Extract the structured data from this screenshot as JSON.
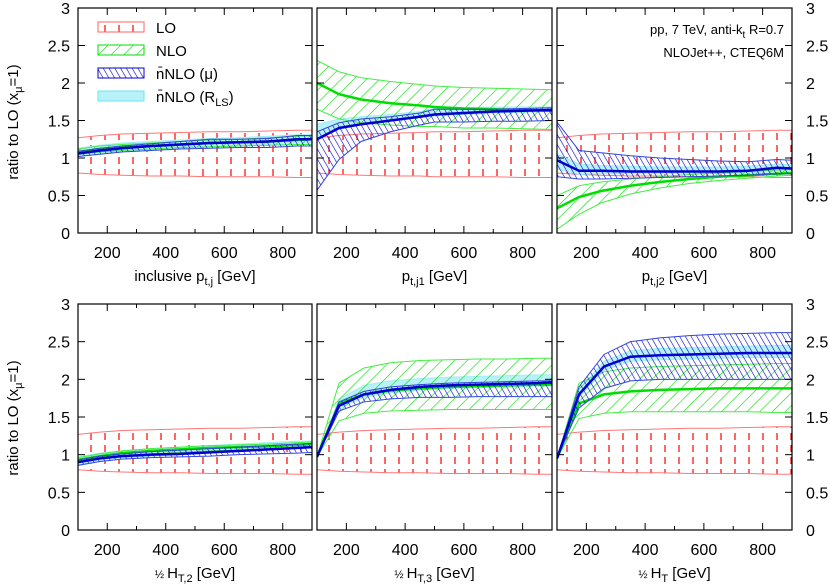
{
  "figure": {
    "ylabel": "ratio to LO (x",
    "ylabel_sub": "μ",
    "ylabel_tail": "=1)",
    "annotation_line1": "pp, 7 TeV, anti-k",
    "annotation_line1_sub": "t",
    "annotation_line1_tail": " R=0.7",
    "annotation_line2": "NLOJet++, CTEQ6M",
    "colors": {
      "LO": "#ff0000",
      "NLO": "#00dd00",
      "nNLO_mu": "#0000cc",
      "nNLO_RLS": "#66e6f0"
    },
    "legend": [
      {
        "key": "LO",
        "label": "LO",
        "sub": ""
      },
      {
        "key": "NLO",
        "label": "NLO",
        "sub": ""
      },
      {
        "key": "nNLO_mu",
        "label": "n̄NLO (μ)",
        "sub": ""
      },
      {
        "key": "nNLO_RLS",
        "label": "n̄NLO (R",
        "sub": "LS",
        "tail": ")"
      }
    ]
  },
  "chart_data": [
    {
      "type": "area",
      "panel": "top-left",
      "xlabel": "inclusive p_{t,j} [GeV]",
      "xlabel_main": "inclusive p",
      "xlabel_sub": "t,j",
      "xlabel_tail": " [GeV]",
      "ylabel": "ratio to LO (x_μ=1)",
      "xlim": [
        100,
        900
      ],
      "ylim": [
        0,
        3
      ],
      "xticks": [
        200,
        400,
        600,
        800
      ],
      "yticks": [
        0,
        0.5,
        1,
        1.5,
        2,
        2.5,
        3
      ],
      "x": [
        100,
        175,
        250,
        350,
        450,
        550,
        650,
        750,
        850,
        900
      ],
      "series": [
        {
          "name": "LO",
          "central": [
            1,
            1,
            1,
            1,
            1,
            1,
            1,
            1,
            1,
            1
          ],
          "lo": [
            0.8,
            0.78,
            0.77,
            0.76,
            0.76,
            0.75,
            0.75,
            0.75,
            0.74,
            0.74
          ],
          "hi": [
            1.27,
            1.3,
            1.32,
            1.33,
            1.34,
            1.35,
            1.35,
            1.36,
            1.37,
            1.37
          ]
        },
        {
          "name": "NLO",
          "central": [
            1.08,
            1.12,
            1.14,
            1.16,
            1.18,
            1.2,
            1.21,
            1.22,
            1.24,
            1.25
          ],
          "lo": [
            1.05,
            1.08,
            1.1,
            1.12,
            1.14,
            1.15,
            1.16,
            1.17,
            1.18,
            1.18
          ],
          "hi": [
            1.12,
            1.16,
            1.18,
            1.2,
            1.22,
            1.24,
            1.25,
            1.27,
            1.29,
            1.3
          ]
        },
        {
          "name": "nNLO (mu)",
          "central": [
            1.06,
            1.1,
            1.13,
            1.16,
            1.18,
            1.2,
            1.21,
            1.22,
            1.25,
            1.25
          ],
          "lo": [
            1.02,
            1.05,
            1.08,
            1.1,
            1.12,
            1.13,
            1.14,
            1.14,
            1.16,
            1.16
          ],
          "hi": [
            1.09,
            1.13,
            1.16,
            1.19,
            1.22,
            1.25,
            1.25,
            1.26,
            1.3,
            1.3
          ]
        },
        {
          "name": "nNLO (R_LS)",
          "lo": [
            1.02,
            1.06,
            1.09,
            1.11,
            1.13,
            1.15,
            1.16,
            1.17,
            1.18,
            1.18
          ],
          "hi": [
            1.13,
            1.17,
            1.2,
            1.22,
            1.24,
            1.26,
            1.27,
            1.29,
            1.31,
            1.31
          ]
        }
      ]
    },
    {
      "type": "area",
      "panel": "top-middle",
      "xlabel": "p_{t,j1} [GeV]",
      "xlabel_main": "p",
      "xlabel_sub": "t,j1",
      "xlabel_tail": " [GeV]",
      "xlim": [
        100,
        900
      ],
      "ylim": [
        0,
        3
      ],
      "xticks": [
        200,
        400,
        600,
        800
      ],
      "yticks": [
        0,
        0.5,
        1,
        1.5,
        2,
        2.5,
        3
      ],
      "x": [
        100,
        175,
        250,
        350,
        450,
        500,
        600,
        700,
        800,
        900
      ],
      "series": [
        {
          "name": "LO",
          "central": [
            1,
            1,
            1,
            1,
            1,
            1,
            1,
            1,
            1,
            1
          ],
          "lo": [
            0.8,
            0.78,
            0.77,
            0.76,
            0.76,
            0.75,
            0.75,
            0.75,
            0.74,
            0.74
          ],
          "hi": [
            1.27,
            1.3,
            1.32,
            1.33,
            1.34,
            1.35,
            1.35,
            1.36,
            1.37,
            1.37
          ]
        },
        {
          "name": "NLO",
          "central": [
            2.0,
            1.85,
            1.78,
            1.73,
            1.7,
            1.68,
            1.66,
            1.65,
            1.64,
            1.63
          ],
          "lo": [
            1.65,
            1.52,
            1.47,
            1.44,
            1.42,
            1.42,
            1.4,
            1.4,
            1.39,
            1.38
          ],
          "hi": [
            2.3,
            2.15,
            2.07,
            2.02,
            1.98,
            1.96,
            1.94,
            1.93,
            1.92,
            1.91
          ]
        },
        {
          "name": "nNLO (mu)",
          "central": [
            1.25,
            1.4,
            1.45,
            1.5,
            1.55,
            1.58,
            1.6,
            1.62,
            1.63,
            1.64
          ],
          "lo": [
            0.57,
            0.98,
            1.22,
            1.35,
            1.44,
            1.48,
            1.48,
            1.49,
            1.49,
            1.5
          ],
          "hi": [
            1.35,
            1.47,
            1.52,
            1.55,
            1.6,
            1.65,
            1.65,
            1.65,
            1.66,
            1.67
          ]
        },
        {
          "name": "nNLO (R_LS)",
          "lo": [
            1.25,
            1.38,
            1.44,
            1.49,
            1.54,
            1.56,
            1.58,
            1.6,
            1.61,
            1.62
          ],
          "hi": [
            1.45,
            1.52,
            1.55,
            1.58,
            1.62,
            1.66,
            1.67,
            1.68,
            1.68,
            1.68
          ]
        }
      ]
    },
    {
      "type": "area",
      "panel": "top-right",
      "xlabel": "p_{t,j2} [GeV]",
      "xlabel_main": "p",
      "xlabel_sub": "t,j2",
      "xlabel_tail": " [GeV]",
      "xlim": [
        100,
        900
      ],
      "ylim": [
        0,
        3
      ],
      "xticks": [
        200,
        400,
        600,
        800
      ],
      "yticks": [
        0,
        0.5,
        1,
        1.5,
        2,
        2.5,
        3
      ],
      "x": [
        100,
        175,
        250,
        350,
        450,
        550,
        650,
        750,
        850,
        900
      ],
      "series": [
        {
          "name": "LO",
          "central": [
            1,
            1,
            1,
            1,
            1,
            1,
            1,
            1,
            1,
            1
          ],
          "lo": [
            0.8,
            0.78,
            0.77,
            0.76,
            0.76,
            0.75,
            0.75,
            0.75,
            0.74,
            0.74
          ],
          "hi": [
            1.27,
            1.3,
            1.32,
            1.33,
            1.34,
            1.35,
            1.35,
            1.36,
            1.37,
            1.37
          ]
        },
        {
          "name": "NLO",
          "central": [
            0.33,
            0.48,
            0.56,
            0.63,
            0.68,
            0.72,
            0.75,
            0.77,
            0.79,
            0.8
          ],
          "lo": [
            0.05,
            0.25,
            0.4,
            0.52,
            0.6,
            0.66,
            0.7,
            0.73,
            0.76,
            0.77
          ],
          "hi": [
            0.5,
            0.63,
            0.68,
            0.72,
            0.75,
            0.78,
            0.8,
            0.82,
            0.84,
            0.85
          ]
        },
        {
          "name": "nNLO (mu)",
          "central": [
            0.97,
            0.83,
            0.83,
            0.82,
            0.82,
            0.82,
            0.82,
            0.83,
            0.87,
            0.86
          ],
          "lo": [
            0.75,
            0.72,
            0.72,
            0.73,
            0.74,
            0.75,
            0.76,
            0.77,
            0.79,
            0.79
          ],
          "hi": [
            1.48,
            1.1,
            1.07,
            1.03,
            1.0,
            0.98,
            0.96,
            0.95,
            0.98,
            0.97
          ]
        },
        {
          "name": "nNLO (R_LS)",
          "lo": [
            0.85,
            0.78,
            0.79,
            0.79,
            0.79,
            0.79,
            0.79,
            0.8,
            0.82,
            0.82
          ],
          "hi": [
            1.05,
            0.92,
            0.9,
            0.89,
            0.88,
            0.88,
            0.88,
            0.89,
            0.92,
            0.91
          ]
        }
      ]
    },
    {
      "type": "area",
      "panel": "bottom-left",
      "xlabel": "½ H_{T,2} [GeV]",
      "xlabel_main": "H",
      "xlabel_sub": "T,2",
      "xlabel_tail": " [GeV]",
      "ylabel": "ratio to LO (x_μ=1)",
      "xlim": [
        100,
        900
      ],
      "ylim": [
        0,
        3
      ],
      "xticks": [
        200,
        400,
        600,
        800
      ],
      "yticks": [
        0,
        0.5,
        1,
        1.5,
        2,
        2.5,
        3
      ],
      "x": [
        100,
        175,
        250,
        350,
        450,
        550,
        650,
        750,
        850,
        900
      ],
      "series": [
        {
          "name": "LO",
          "central": [
            1,
            1,
            1,
            1,
            1,
            1,
            1,
            1,
            1,
            1
          ],
          "lo": [
            0.8,
            0.78,
            0.77,
            0.76,
            0.76,
            0.75,
            0.75,
            0.75,
            0.74,
            0.74
          ],
          "hi": [
            1.27,
            1.3,
            1.32,
            1.33,
            1.34,
            1.35,
            1.35,
            1.36,
            1.37,
            1.37
          ]
        },
        {
          "name": "NLO",
          "central": [
            0.93,
            0.98,
            1.02,
            1.05,
            1.07,
            1.09,
            1.1,
            1.11,
            1.13,
            1.14
          ],
          "lo": [
            0.9,
            0.95,
            0.98,
            1.01,
            1.03,
            1.05,
            1.06,
            1.07,
            1.09,
            1.1
          ],
          "hi": [
            0.96,
            1.01,
            1.05,
            1.08,
            1.1,
            1.12,
            1.13,
            1.14,
            1.16,
            1.17
          ]
        },
        {
          "name": "nNLO (mu)",
          "central": [
            0.9,
            0.95,
            0.98,
            1.0,
            1.01,
            1.03,
            1.05,
            1.07,
            1.09,
            1.1
          ],
          "lo": [
            0.86,
            0.91,
            0.94,
            0.96,
            0.97,
            0.98,
            1.0,
            1.01,
            1.02,
            1.03
          ],
          "hi": [
            0.93,
            0.98,
            1.01,
            1.04,
            1.06,
            1.08,
            1.1,
            1.12,
            1.14,
            1.15
          ]
        },
        {
          "name": "nNLO (R_LS)",
          "lo": [
            0.85,
            0.91,
            0.95,
            0.98,
            1.0,
            1.02,
            1.04,
            1.06,
            1.08,
            1.09
          ],
          "hi": [
            0.97,
            1.02,
            1.05,
            1.08,
            1.1,
            1.12,
            1.14,
            1.16,
            1.18,
            1.18
          ]
        }
      ]
    },
    {
      "type": "area",
      "panel": "bottom-middle",
      "xlabel": "½ H_{T,3} [GeV]",
      "xlabel_main": "H",
      "xlabel_sub": "T,3",
      "xlabel_tail": " [GeV]",
      "xlim": [
        100,
        900
      ],
      "ylim": [
        0,
        3
      ],
      "xticks": [
        200,
        400,
        600,
        800
      ],
      "yticks": [
        0,
        0.5,
        1,
        1.5,
        2,
        2.5,
        3
      ],
      "x": [
        100,
        175,
        260,
        350,
        450,
        550,
        650,
        750,
        850,
        900
      ],
      "series": [
        {
          "name": "LO",
          "central": [
            1,
            1,
            1,
            1,
            1,
            1,
            1,
            1,
            1,
            1
          ],
          "lo": [
            0.8,
            0.78,
            0.77,
            0.76,
            0.76,
            0.75,
            0.75,
            0.75,
            0.74,
            0.74
          ],
          "hi": [
            1.27,
            1.3,
            1.32,
            1.33,
            1.34,
            1.35,
            1.35,
            1.36,
            1.37,
            1.37
          ]
        },
        {
          "name": "NLO",
          "central": [
            0.97,
            1.68,
            1.8,
            1.85,
            1.88,
            1.9,
            1.91,
            1.92,
            1.93,
            1.93
          ],
          "lo": [
            0.97,
            1.45,
            1.55,
            1.58,
            1.59,
            1.6,
            1.6,
            1.6,
            1.6,
            1.6
          ],
          "hi": [
            0.97,
            1.95,
            2.15,
            2.22,
            2.25,
            2.26,
            2.27,
            2.27,
            2.28,
            2.28
          ]
        },
        {
          "name": "nNLO (mu)",
          "central": [
            0.97,
            1.65,
            1.8,
            1.86,
            1.9,
            1.92,
            1.93,
            1.94,
            1.95,
            1.96
          ],
          "lo": [
            0.97,
            1.58,
            1.7,
            1.74,
            1.76,
            1.76,
            1.77,
            1.77,
            1.77,
            1.77
          ],
          "hi": [
            0.97,
            1.7,
            1.84,
            1.9,
            1.93,
            1.95,
            1.96,
            1.97,
            1.98,
            1.98
          ]
        },
        {
          "name": "nNLO (R_LS)",
          "lo": [
            0.97,
            1.62,
            1.76,
            1.82,
            1.86,
            1.88,
            1.89,
            1.9,
            1.91,
            1.91
          ],
          "hi": [
            0.97,
            1.74,
            1.92,
            1.98,
            2.01,
            2.03,
            2.04,
            2.05,
            2.06,
            2.06
          ]
        }
      ]
    },
    {
      "type": "area",
      "panel": "bottom-right",
      "xlabel": "½ H_T [GeV]",
      "xlabel_main": "H",
      "xlabel_sub": "T",
      "xlabel_tail": " [GeV]",
      "xlim": [
        100,
        900
      ],
      "ylim": [
        0,
        3
      ],
      "xticks": [
        200,
        400,
        600,
        800
      ],
      "yticks": [
        0,
        0.5,
        1,
        1.5,
        2,
        2.5,
        3
      ],
      "x": [
        100,
        175,
        260,
        350,
        450,
        550,
        650,
        750,
        850,
        900
      ],
      "series": [
        {
          "name": "LO",
          "central": [
            1,
            1,
            1,
            1,
            1,
            1,
            1,
            1,
            1,
            1
          ],
          "lo": [
            0.8,
            0.78,
            0.77,
            0.76,
            0.76,
            0.75,
            0.75,
            0.75,
            0.74,
            0.74
          ],
          "hi": [
            1.27,
            1.3,
            1.32,
            1.33,
            1.34,
            1.35,
            1.35,
            1.36,
            1.37,
            1.37
          ]
        },
        {
          "name": "NLO",
          "central": [
            0.95,
            1.68,
            1.8,
            1.84,
            1.86,
            1.87,
            1.88,
            1.88,
            1.88,
            1.88
          ],
          "lo": [
            0.95,
            1.48,
            1.55,
            1.57,
            1.57,
            1.57,
            1.57,
            1.57,
            1.56,
            1.56
          ],
          "hi": [
            0.95,
            1.95,
            2.1,
            2.15,
            2.17,
            2.18,
            2.19,
            2.2,
            2.21,
            2.21
          ]
        },
        {
          "name": "nNLO (mu)",
          "central": [
            0.95,
            1.8,
            2.17,
            2.3,
            2.32,
            2.33,
            2.34,
            2.35,
            2.35,
            2.35
          ],
          "lo": [
            0.95,
            1.62,
            1.88,
            1.98,
            2.0,
            2.0,
            2.0,
            2.0,
            2.0,
            2.0
          ],
          "hi": [
            0.95,
            1.9,
            2.33,
            2.5,
            2.55,
            2.58,
            2.6,
            2.61,
            2.62,
            2.62
          ]
        },
        {
          "name": "nNLO (R_LS)",
          "lo": [
            0.95,
            1.76,
            2.12,
            2.24,
            2.26,
            2.27,
            2.28,
            2.29,
            2.29,
            2.29
          ],
          "hi": [
            0.95,
            1.86,
            2.24,
            2.38,
            2.41,
            2.42,
            2.43,
            2.44,
            2.45,
            2.45
          ]
        }
      ]
    }
  ]
}
